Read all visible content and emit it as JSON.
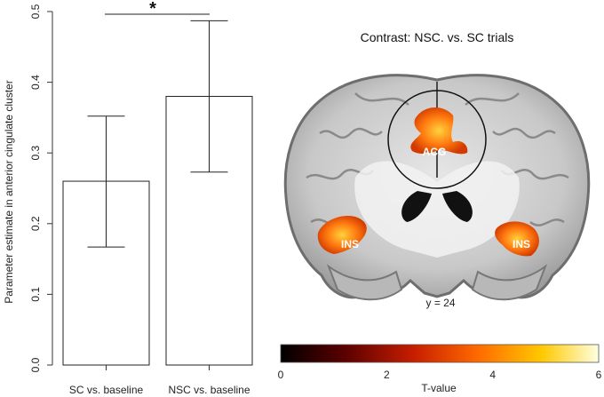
{
  "chart_data": [
    {
      "type": "bar",
      "categories": [
        "SC vs. baseline",
        "NSC vs. baseline"
      ],
      "values": [
        0.26,
        0.38
      ],
      "error_low": [
        0.167,
        0.273
      ],
      "error_high": [
        0.352,
        0.487
      ],
      "ylabel": "Parameter estimate in anterior cingulate cluster",
      "ylim": [
        0,
        0.5
      ],
      "yticks": [
        "0.0",
        "0.1",
        "0.2",
        "0.3",
        "0.4",
        "0.5"
      ],
      "significance": "*",
      "bar_fill": "#ffffff",
      "grid": false
    },
    {
      "type": "heatmap",
      "title": "Contrast: NSC. vs. SC trials",
      "slice_label": "y = 24",
      "regions": [
        "ACG",
        "INS",
        "INS"
      ],
      "colorbar": {
        "label": "T-value",
        "range": [
          0,
          6
        ],
        "ticks": [
          "0",
          "2",
          "4",
          "6"
        ],
        "colors": [
          "#000000",
          "#5a0000",
          "#c81e00",
          "#ff6a00",
          "#ffc800",
          "#ffffe0"
        ]
      }
    }
  ]
}
